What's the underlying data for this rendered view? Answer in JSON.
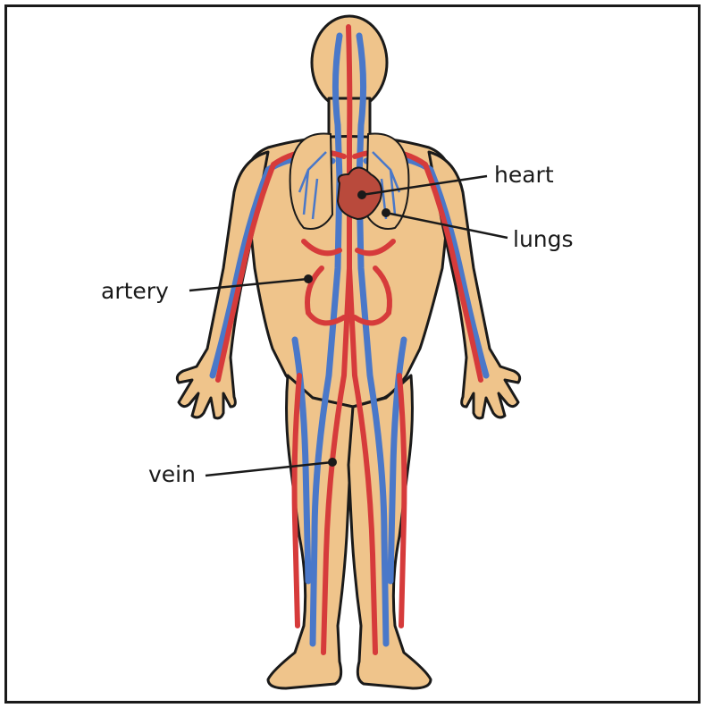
{
  "labels": {
    "heart": "heart",
    "lungs": "lungs",
    "artery": "artery",
    "vein": "vein"
  },
  "colors": {
    "skin": "#efc48b",
    "outline": "#1a1a1a",
    "artery": "#d63b3b",
    "vein": "#4a78c9",
    "heart": "#b94a3c",
    "border": "#1a1a1a"
  }
}
